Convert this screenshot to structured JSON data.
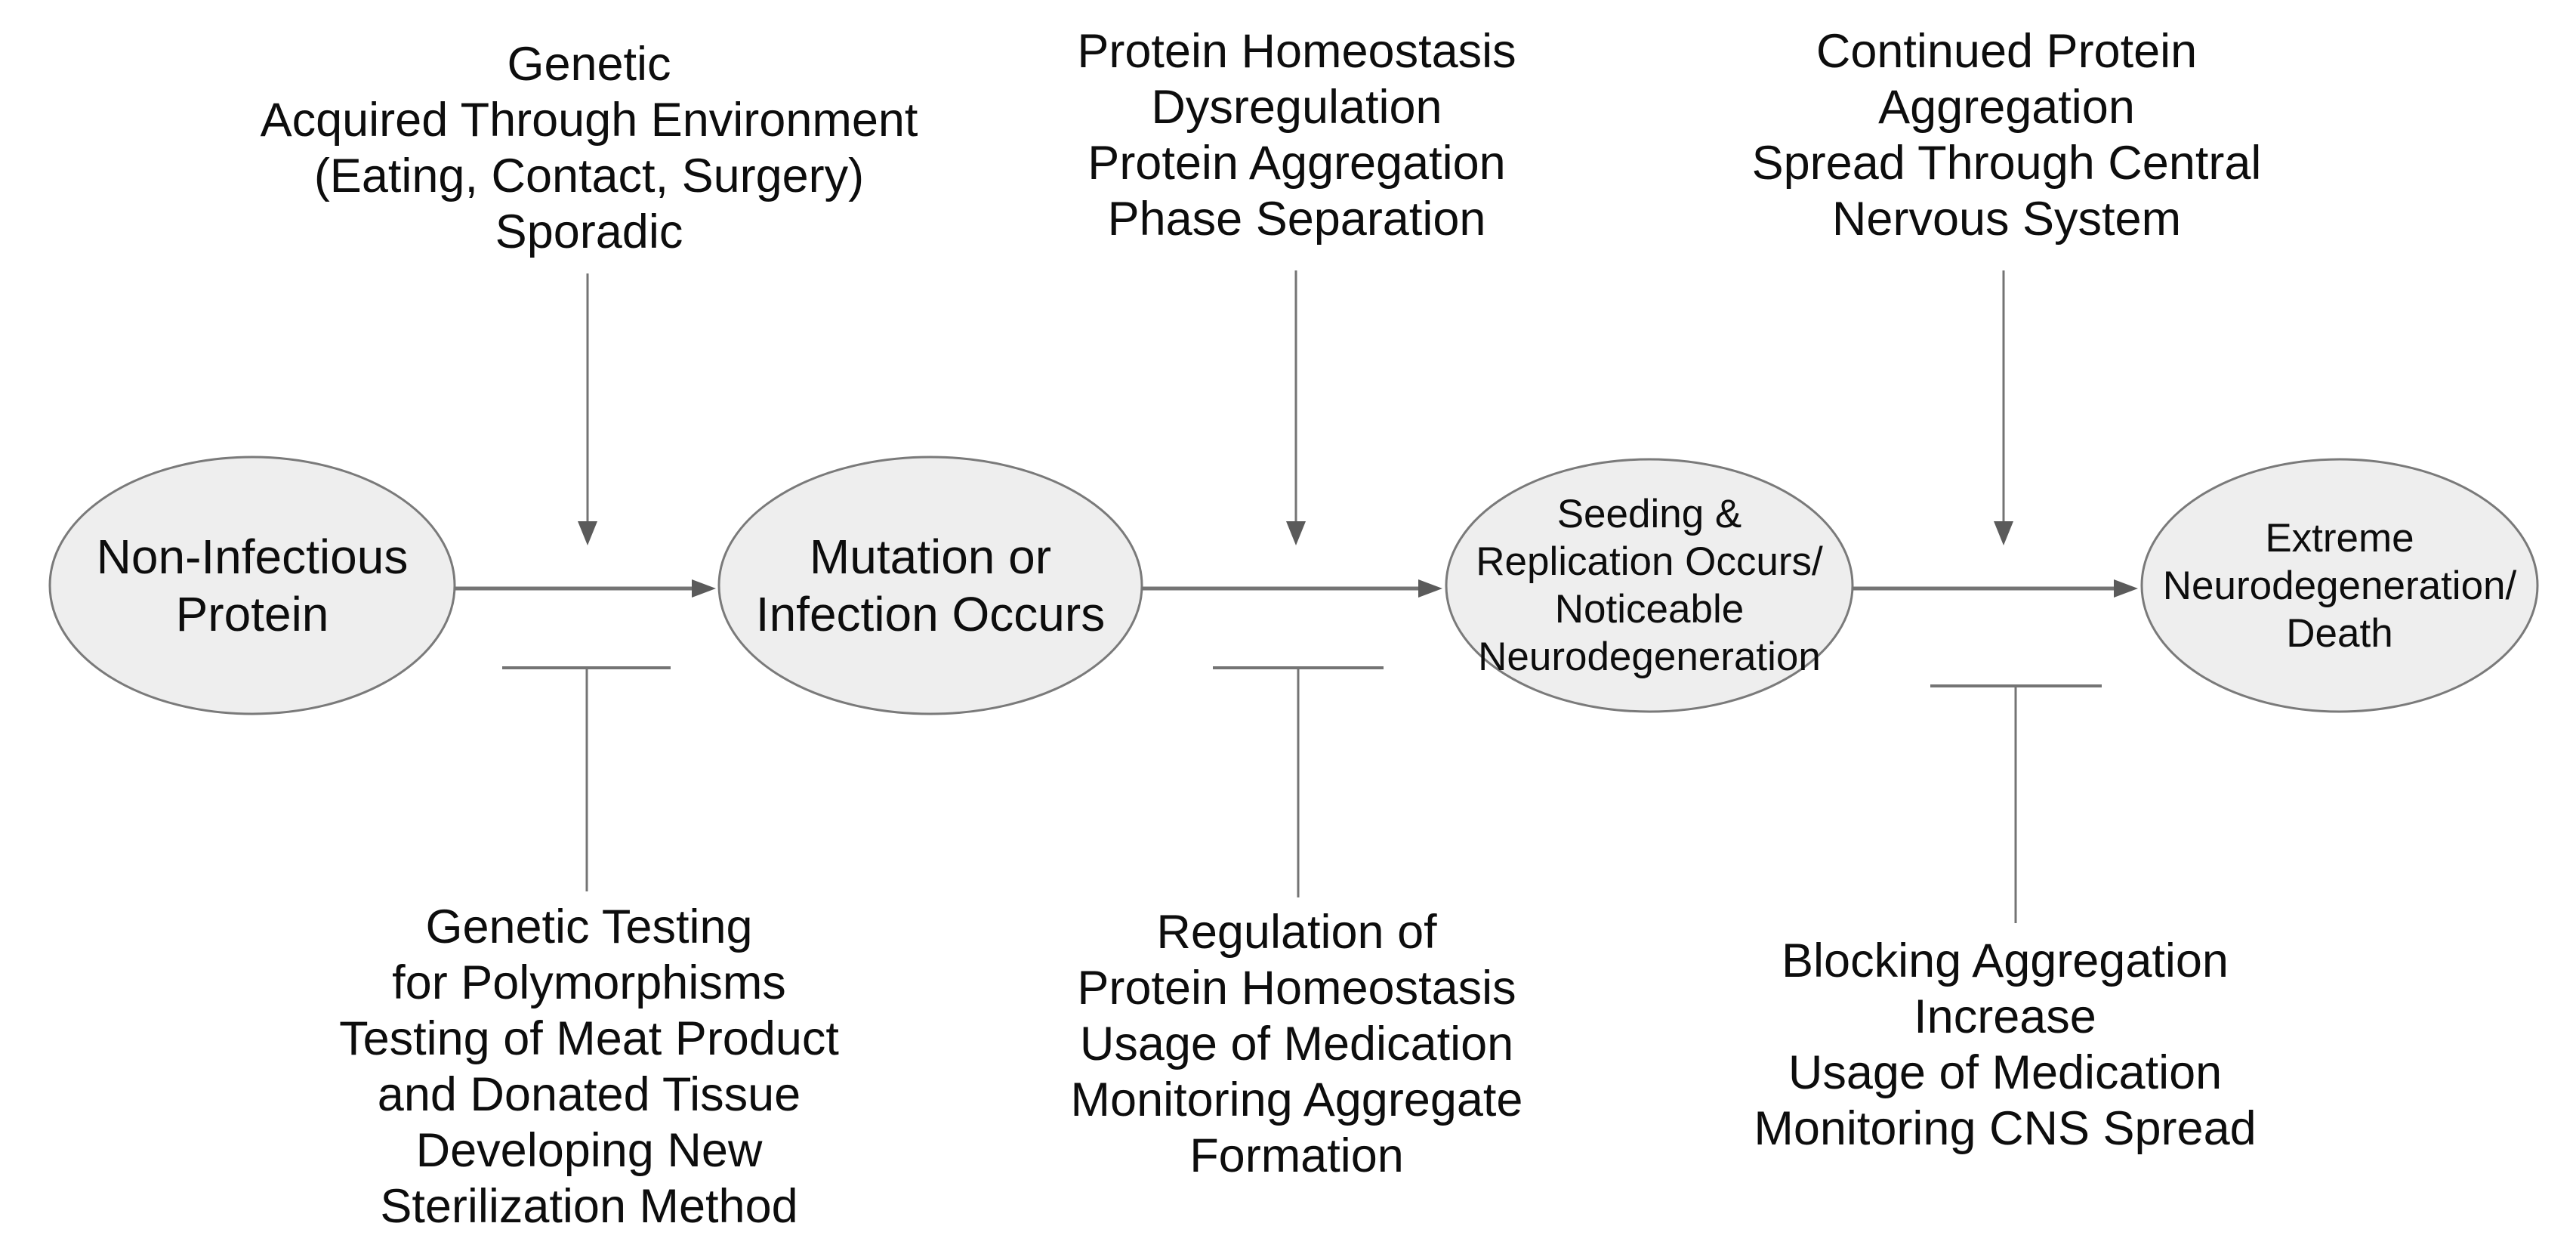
{
  "diagram": {
    "stages": [
      {
        "label": "Non-Infectious\nProtein"
      },
      {
        "label": "Mutation or\nInfection Occurs"
      },
      {
        "label": "Seeding &\nReplication Occurs/\nNoticeable\nNeurodegeneration"
      },
      {
        "label": "Extreme\nNeurodegeneration/\nDeath"
      }
    ],
    "causes": [
      {
        "label": "Genetic\nAcquired Through Environment\n(Eating, Contact, Surgery)\nSporadic"
      },
      {
        "label": "Protein Homeostasis\nDysregulation\nProtein Aggregation\nPhase Separation"
      },
      {
        "label": "Continued Protein\nAggregation\nSpread Through Central\nNervous System"
      }
    ],
    "interventions": [
      {
        "label": "Genetic Testing\nfor Polymorphisms\nTesting of Meat Product\nand Donated Tissue\nDeveloping New\nSterilization Method"
      },
      {
        "label": "Regulation of\nProtein Homeostasis\nUsage of Medication\nMonitoring Aggregate\nFormation"
      },
      {
        "label": "Blocking Aggregation\nIncrease\nUsage of Medication\nMonitoring CNS Spread"
      }
    ],
    "colors": {
      "background": "#ffffff",
      "node_fill": "#eeeeee",
      "node_stroke": "#7a7a7a",
      "connector": "#747474",
      "arrowhead": "#5b5b5b",
      "text": "#0d0d0d"
    }
  }
}
